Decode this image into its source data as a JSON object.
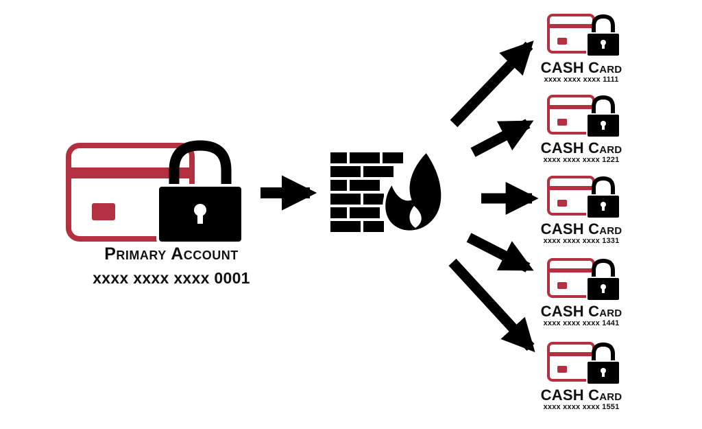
{
  "colors": {
    "card": "#b23040",
    "ink": "#000000",
    "background": "#ffffff"
  },
  "primary": {
    "title": "Primary Account",
    "number": "xxxx xxxx xxxx 0001"
  },
  "icons": {
    "primary_card": "credit-card-icon",
    "primary_lock": "padlock-icon",
    "firewall": "firewall-icon",
    "cash_card": "credit-card-icon",
    "cash_lock": "padlock-icon"
  },
  "cash_cards": [
    {
      "title": "CASH Card",
      "number": "xxxx xxxx xxxx 1111"
    },
    {
      "title": "CASH Card",
      "number": "xxxx xxxx xxxx 1221"
    },
    {
      "title": "CASH Card",
      "number": "xxxx xxxx xxxx 1331"
    },
    {
      "title": "CASH Card",
      "number": "xxxx xxxx xxxx 1441"
    },
    {
      "title": "CASH Card",
      "number": "xxxx xxxx xxxx 1551"
    }
  ]
}
